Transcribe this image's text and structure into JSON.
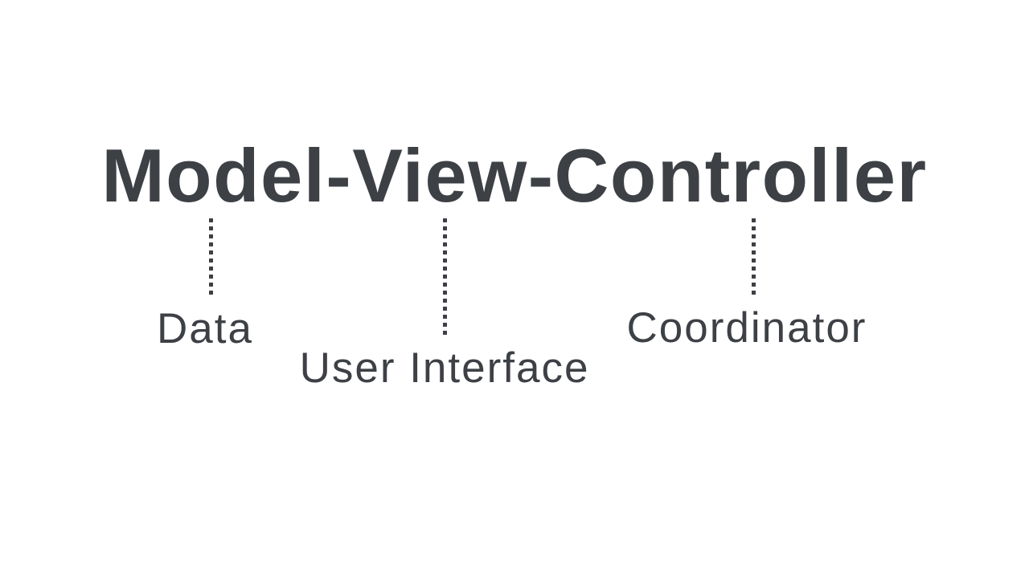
{
  "title": "Model-View-Controller",
  "theme": {
    "background_color": "#ffffff",
    "text_color": "#3d4045",
    "connector_style": "dotted"
  },
  "annotations": [
    {
      "id": "model",
      "term": "Model",
      "label": "Data"
    },
    {
      "id": "view",
      "term": "View",
      "label": "User Interface"
    },
    {
      "id": "controller",
      "term": "Controller",
      "label": "Coordinator"
    }
  ]
}
